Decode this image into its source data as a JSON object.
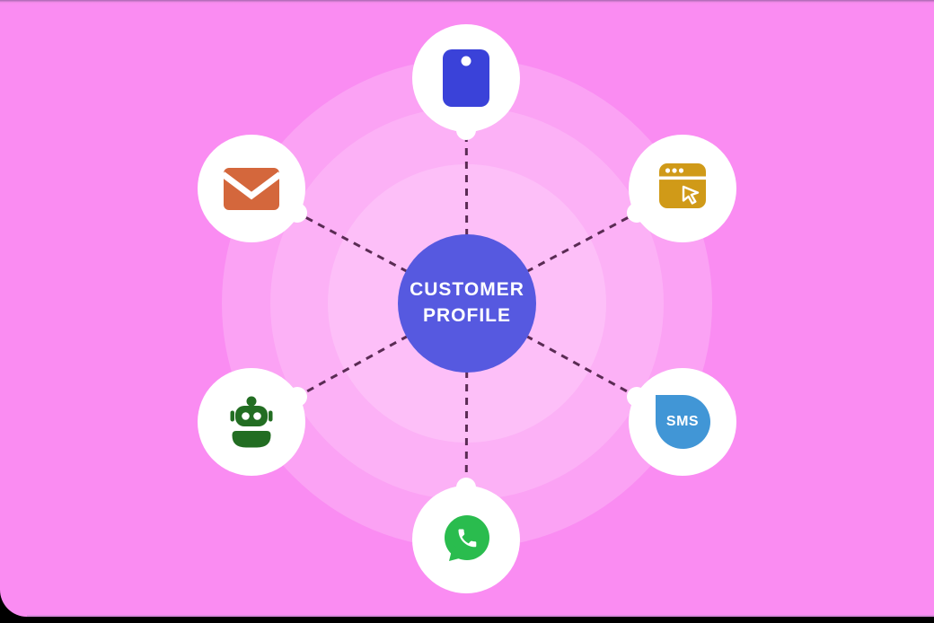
{
  "title": "Customer profile channels diagram",
  "background": {
    "outer": "#000000",
    "panel": "#fa8cf2",
    "rings": [
      "#fba2f4",
      "#fcb1f6",
      "#fdbff8"
    ]
  },
  "connector_color": "#5a2b54",
  "center": {
    "line1": "CUSTOMER",
    "line2": "PROFILE",
    "color": "#5659e0",
    "text_color": "#ffffff"
  },
  "nodes": [
    {
      "id": "mobile",
      "icon": "mobile-phone-icon",
      "color": "#3a42d9",
      "position": "top"
    },
    {
      "id": "email",
      "icon": "email-envelope-icon",
      "color": "#d4673c",
      "position": "top-left"
    },
    {
      "id": "web",
      "icon": "browser-cursor-icon",
      "color": "#d09a18",
      "position": "top-right"
    },
    {
      "id": "chatbot",
      "icon": "chatbot-robot-icon",
      "color": "#226d22",
      "position": "bottom-left"
    },
    {
      "id": "sms",
      "icon": "sms-bubble-icon",
      "color": "#4196d6",
      "position": "bottom-right",
      "label": "SMS"
    },
    {
      "id": "whatsapp",
      "icon": "whatsapp-icon",
      "color": "#2abc4e",
      "position": "bottom"
    }
  ]
}
